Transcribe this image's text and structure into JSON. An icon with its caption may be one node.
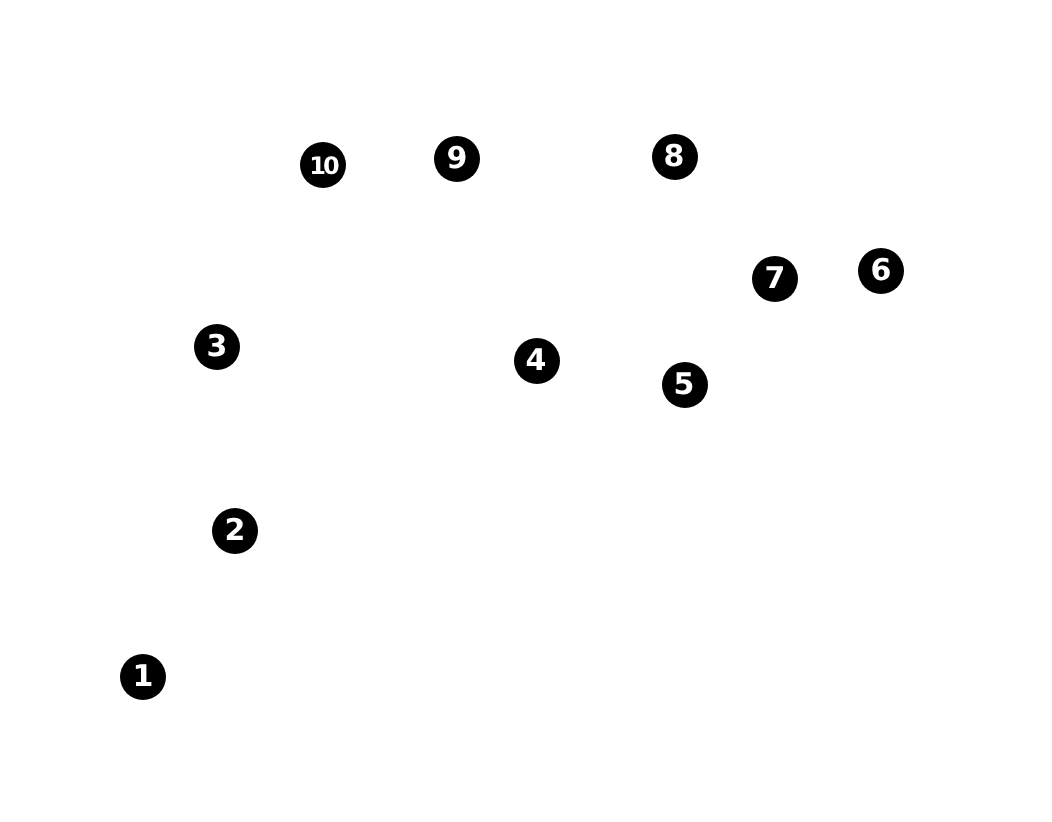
{
  "diagram": {
    "labels": [
      "10",
      "9",
      "8",
      "7",
      "6",
      "3",
      "4",
      "5",
      "2",
      "1"
    ]
  }
}
